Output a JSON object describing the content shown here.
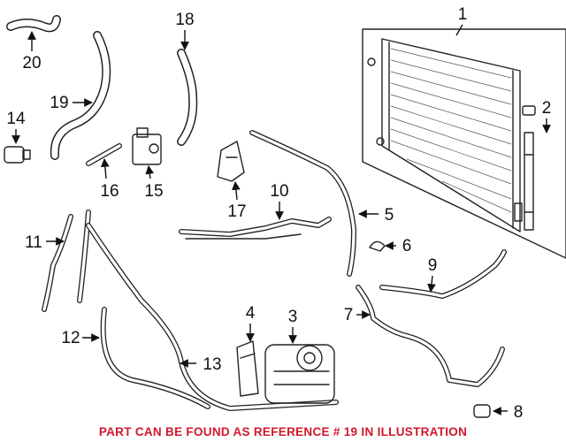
{
  "callouts": {
    "c1": "1",
    "c2": "2",
    "c3": "3",
    "c4": "4",
    "c5": "5",
    "c6": "6",
    "c7": "7",
    "c8": "8",
    "c9": "9",
    "c10": "10",
    "c11": "11",
    "c12": "12",
    "c13": "13",
    "c14": "14",
    "c15": "15",
    "c16": "16",
    "c17": "17",
    "c18": "18",
    "c19": "19",
    "c20": "20"
  },
  "footer_note": "PART CAN BE FOUND AS REFERENCE # 19 IN ILLUSTRATION",
  "colors": {
    "line": "#222222",
    "note": "#d0182b",
    "background": "#ffffff"
  }
}
